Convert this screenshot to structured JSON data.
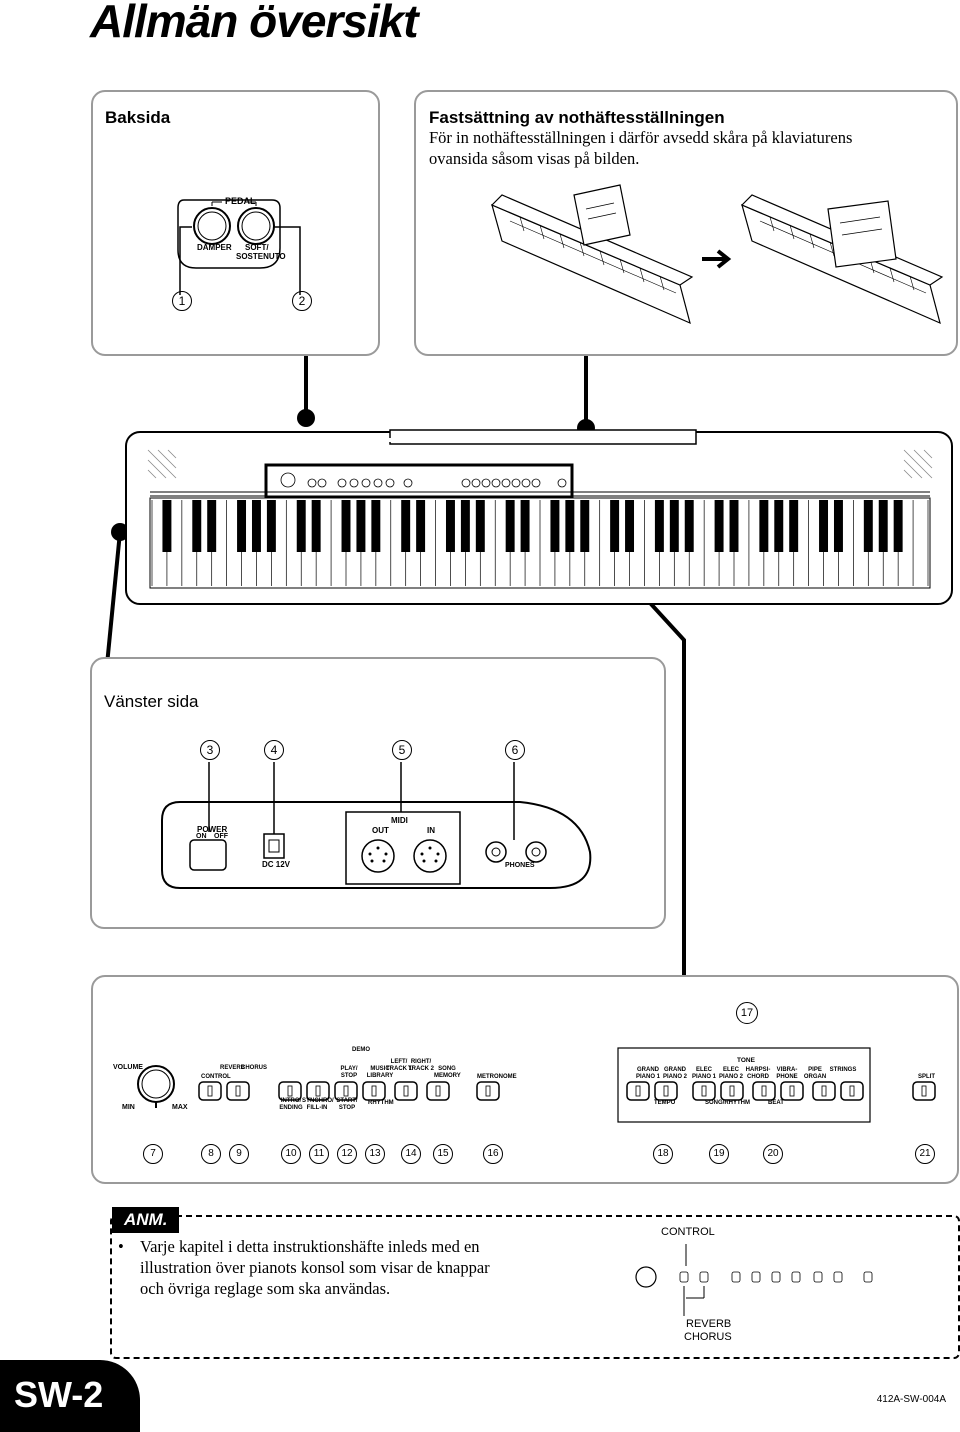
{
  "title": "Allmän översikt",
  "back_panel": {
    "title": "Baksida",
    "pedal_label": "PEDAL",
    "damper_label": "DAMPER",
    "soft_label_1": "SOFT/",
    "soft_label_2": "SOSTENUTO",
    "callouts": [
      "1",
      "2"
    ]
  },
  "stand_panel": {
    "title": "Fastsättning av nothäftesställningen",
    "text_lines": [
      "För in nothäftesställningen i därför avsedd skåra på klaviaturens",
      "ovansida såsom visas på bilden."
    ]
  },
  "left_panel": {
    "title": "Vänster sida",
    "callouts": [
      "3",
      "4",
      "5",
      "6"
    ],
    "power_label": "POWER",
    "on_label": "ON",
    "off_label": "OFF",
    "dc_label": "DC 12V",
    "midi_label": "MIDI",
    "out_label": "OUT",
    "in_label": "IN",
    "phones_label": "PHONES"
  },
  "console": {
    "callout_top": "17",
    "volume": "VOLUME",
    "min": "MIN",
    "max": "MAX",
    "control": "CONTROL",
    "reverb": "REVERB",
    "chorus": "CHORUS",
    "demo": "DEMO",
    "play_stop": "PLAY/ STOP",
    "music_library": "MUSIC LIBRARY",
    "left_track1": "LEFT/ TRACK 1",
    "right_track2": "RIGHT/ TRACK 2",
    "song_memory": "SONG MEMORY",
    "metronome": "METRONOME",
    "intro_ending": "INTRO/ ENDING",
    "synchro_fillin": "SYNCHRO/ FILL-IN",
    "start_stop": "START/ STOP",
    "rhythm": "RHYTHM",
    "tone": "TONE",
    "tone_buttons": [
      "GRAND PIANO 1",
      "GRAND PIANO 2",
      "ELEC PIANO 1",
      "ELEC PIANO 2",
      "HARPSI- CHORD",
      "VIBRA- PHONE",
      "PIPE ORGAN",
      "STRINGS"
    ],
    "tempo": "TEMPO",
    "song_rhythm": "SONG/RHYTHM",
    "beat": "BEAT",
    "split": "SPLIT",
    "callouts": [
      "7",
      "8",
      "9",
      "10",
      "11",
      "12",
      "13",
      "14",
      "15",
      "16",
      "18",
      "19",
      "20",
      "21"
    ]
  },
  "note": {
    "badge": "ANM.",
    "bullet": "•",
    "lines": [
      "Varje kapitel i detta instruktionshäfte inleds med en",
      "illustration över pianots konsol som visar de knappar",
      "och övriga reglage som ska användas."
    ],
    "control_label": "CONTROL",
    "reverb_label": "REVERB",
    "chorus_label": "CHORUS"
  },
  "page_label": "SW-2",
  "doc_code": "412A-SW-004A"
}
